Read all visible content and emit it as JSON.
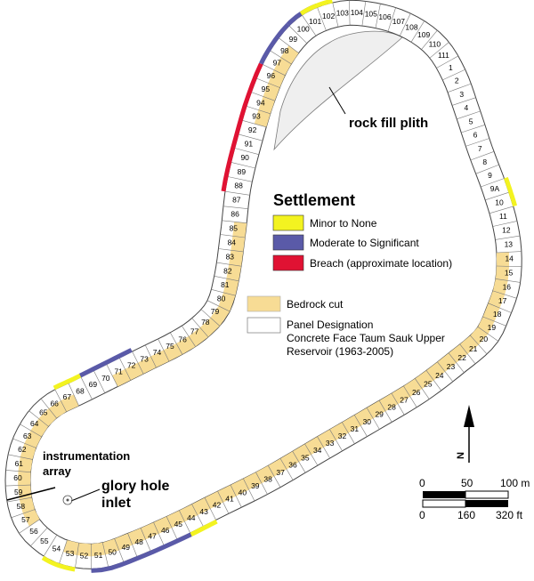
{
  "legend": {
    "title": "Settlement",
    "settlement_items": [
      {
        "label": "Minor to None",
        "color": "#f3f320"
      },
      {
        "label": "Moderate to Significant",
        "color": "#5a5aa8"
      },
      {
        "label": "Breach (approximate location)",
        "color": "#e01233"
      }
    ],
    "bedrock": {
      "label": "Bedrock cut",
      "color": "#f7dc95"
    },
    "panel": {
      "line1": "Panel Designation",
      "line2": "Concrete Face Taum Sauk Upper",
      "line3": "Reservoir (1963-2005)"
    }
  },
  "annotations": {
    "plinth": "rock fill plith",
    "instrumentation_line1": "instrumentation",
    "instrumentation_line2": "array",
    "glory_line1": "glory hole",
    "glory_line2": "inlet"
  },
  "north": "N",
  "scale": {
    "m_ticks": [
      "0",
      "50",
      "100 m"
    ],
    "ft_ticks": [
      "0",
      "160",
      "320 ft"
    ]
  },
  "panels": {
    "outer_ring": [
      "2",
      "3",
      "4",
      "5",
      "6",
      "7",
      "8",
      "9",
      "9A",
      "10",
      "11",
      "12",
      "13",
      "14",
      "15",
      "16",
      "17",
      "18",
      "19",
      "20",
      "21",
      "22",
      "23",
      "24",
      "25",
      "26",
      "27",
      "28",
      "29",
      "30",
      "31",
      "32",
      "33",
      "34",
      "35",
      "36",
      "37",
      "38",
      "39",
      "40",
      "41",
      "42",
      "43",
      "44",
      "45",
      "46",
      "47",
      "48",
      "49",
      "50",
      "51",
      "52",
      "53",
      "54",
      "55",
      "56",
      "57",
      "58",
      "59",
      "60",
      "61",
      "62",
      "63",
      "64",
      "65",
      "66",
      "67",
      "68",
      "69",
      "70",
      "71",
      "72",
      "73",
      "74",
      "75",
      "76",
      "77",
      "78",
      "79",
      "80",
      "81",
      "82",
      "83",
      "84",
      "85",
      "86",
      "87",
      "88",
      "89",
      "90",
      "91",
      "92",
      "93",
      "94",
      "95",
      "96",
      "97",
      "98",
      "99",
      "100",
      "101",
      "102",
      "103",
      "104",
      "105",
      "106",
      "107",
      "108",
      "109",
      "110",
      "111",
      "1"
    ]
  }
}
